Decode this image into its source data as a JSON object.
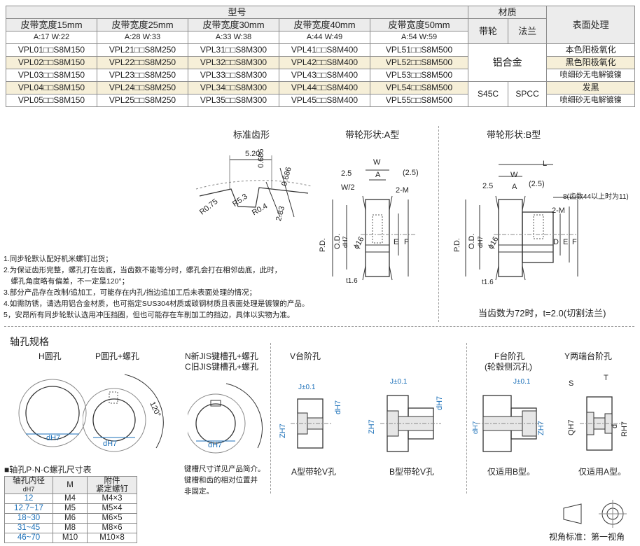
{
  "spec_table": {
    "header_model": "型号",
    "header_material": "材质",
    "header_surface": "表面处理",
    "col_belt": [
      "皮带宽度15mm",
      "皮带宽度25mm",
      "皮带宽度30mm",
      "皮带宽度40mm",
      "皮带宽度50mm"
    ],
    "col_dims": [
      "A:17   W:22",
      "A:28   W:33",
      "A:33   W:38",
      "A:44   W:49",
      "A:54   W:59"
    ],
    "mat_pulley": "带轮",
    "mat_flange": "法兰",
    "rows": [
      {
        "codes": [
          "VPL01□□S8M150",
          "VPL21□□S8M250",
          "VPL31□□S8M300",
          "VPL41□□S8M400",
          "VPL51□□S8M500"
        ],
        "surface": "本色阳极氧化"
      },
      {
        "codes": [
          "VPL02□□S8M150",
          "VPL22□□S8M250",
          "VPL32□□S8M300",
          "VPL42□□S8M400",
          "VPL52□□S8M500"
        ],
        "surface": "黑色阳极氧化"
      },
      {
        "codes": [
          "VPL03□□S8M150",
          "VPL23□□S8M250",
          "VPL33□□S8M300",
          "VPL43□□S8M400",
          "VPL53□□S8M500"
        ],
        "surface": "喷细砂无电解镀镍"
      },
      {
        "codes": [
          "VPL04□□S8M150",
          "VPL24□□S8M250",
          "VPL34□□S8M300",
          "VPL44□□S8M400",
          "VPL54□□S8M500"
        ],
        "surface": "发黑"
      },
      {
        "codes": [
          "VPL05□□S8M150",
          "VPL25□□S8M250",
          "VPL35□□S8M300",
          "VPL45□□S8M400",
          "VPL55□□S8M500"
        ],
        "surface": "喷细砂无电解镀镍"
      }
    ],
    "mat_aluminum": "铝合金",
    "mat_s45c": "S45C",
    "mat_spcc": "SPCC"
  },
  "tooth": {
    "title": "标准齿形",
    "d520": "5.20",
    "d0686a": "0.686",
    "d0686b": "0.686",
    "r075": "R0.75",
    "r53": "R5.3",
    "r04": "R0.4",
    "d283": "2.83"
  },
  "pulley_a": {
    "title": "带轮形状:A型",
    "w": "W",
    "a": "A",
    "d25": "2.5",
    "d25p": "(2.5)",
    "w2": "W/2",
    "m2": "2-M",
    "pd": "P.D.",
    "od": "O.D.",
    "d16": "ɸ16",
    "dh7": "dH7",
    "e": "E",
    "f": "F",
    "t16": "t1.6"
  },
  "pulley_b": {
    "title": "带轮形状:B型",
    "l": "L",
    "w": "W",
    "a": "A",
    "d25": "2.5",
    "d25p": "(2.5)",
    "note8": "8(齿数44以上时为11)",
    "m2": "2-M",
    "pd": "P.D.",
    "od": "O.D.",
    "d16": "ɸ16",
    "dh7": "dH7",
    "d": "D",
    "e": "E",
    "f": "F",
    "t16": "t1.6",
    "caption": "当齿数为72时，t=2.0(切割法兰)"
  },
  "notes": [
    "1.同步轮默认配好机米螺钉出货；",
    "2.为保证齿形完整，螺孔打在齿底，当齿数不能等分时，螺孔会打在相邻齿底，此时，",
    "　螺孔角度略有偏差，不一定是120°；",
    "3.部分产品存在改制/追加工，可能存在内孔/挡边追加工后未表面处理的情况；",
    "4.如需防锈，请选用铝合金材质，也可指定SUS304材质或碳钢材质且表面处理是镀镍的产品。",
    "5，安昂所有同步轮默认选用冲压挡圈，但也可能存在车削加工的挡边，具体以实物为准。"
  ],
  "bore": {
    "title": "轴孔规格",
    "h_title": "H圆孔",
    "h_dim": "dH7",
    "p_title": "P圆孔+螺孔",
    "p_dim": "dH7",
    "p_angle": "120°",
    "n_title1": "N新JIS键槽孔+螺孔",
    "n_title2": "C旧JIS键槽孔+螺孔",
    "n_dim": "dH7",
    "n_note": [
      "键槽尺寸详见产品简介。",
      "键槽和齿的相对位置并",
      "非固定。"
    ],
    "v_title": "V台阶孔",
    "va_j": "J±0.1",
    "va_d": "dH7",
    "va_z": "ZH7",
    "va_cap": "A型带轮V孔",
    "vb_j": "J±0.1",
    "vb_d": "dH7",
    "vb_z": "ZH7",
    "vb_cap": "B型带轮V孔",
    "f_title1": "F台阶孔",
    "f_title2": "(轮毂侧沉孔)",
    "f_j": "J±0.1",
    "f_d": "dH7",
    "f_z": "ZH7",
    "f_cap": "仅适用B型。",
    "y_title": "Y两端台阶孔",
    "y_s": "S",
    "y_t": "T",
    "y_q": "QH7",
    "y_d": "d",
    "y_r": "RH7",
    "y_cap": "仅适用A型。"
  },
  "screw_table": {
    "title": "■轴孔P·N·C螺孔尺寸表",
    "h1": "轴孔内径",
    "h1b": "dH7",
    "h2": "M",
    "h3": "附件",
    "h3b": "紧定螺钉",
    "rows": [
      {
        "d": "12",
        "m": "M4",
        "s": "M4×3"
      },
      {
        "d": "12.7~17",
        "m": "M5",
        "s": "M5×4"
      },
      {
        "d": "18~30",
        "m": "M6",
        "s": "M6×5"
      },
      {
        "d": "31~45",
        "m": "M8",
        "s": "M8×6"
      },
      {
        "d": "46~70",
        "m": "M10",
        "s": "M10×8"
      }
    ]
  },
  "view_std": "视角标准：第一视角"
}
